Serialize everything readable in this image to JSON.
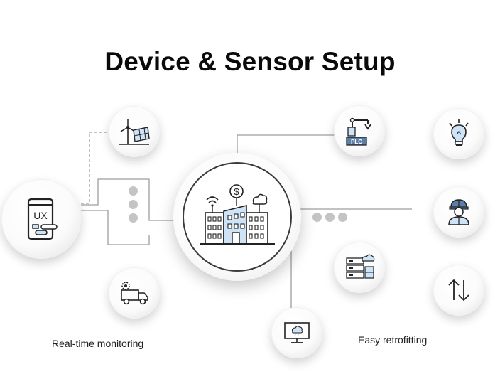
{
  "title": "Device & Sensor Setup",
  "captions": {
    "left": "Real-time monitoring",
    "right": "Easy retrofitting"
  },
  "icons": {
    "center": "smart-building-icon",
    "left_main": "ux-mobile-app-icon",
    "top_left": "wind-solar-energy-icon",
    "bottom_left": "service-truck-icon",
    "top_mid": "robotic-arm-plc-icon",
    "mid_right": "server-cloud-icon",
    "bottom_mid": "cloud-monitor-icon",
    "right_top": "light-bulb-icon",
    "right_mid": "engineer-worker-icon",
    "right_bottom": "up-down-arrows-icon"
  },
  "icon_text": {
    "ux": "UX",
    "plc": "PLC"
  },
  "colors": {
    "accent_blue": "#cfe3f7",
    "line_gray": "#9e9e9e",
    "dot_gray": "#c4c4c4",
    "icon_dark": "#222222"
  }
}
